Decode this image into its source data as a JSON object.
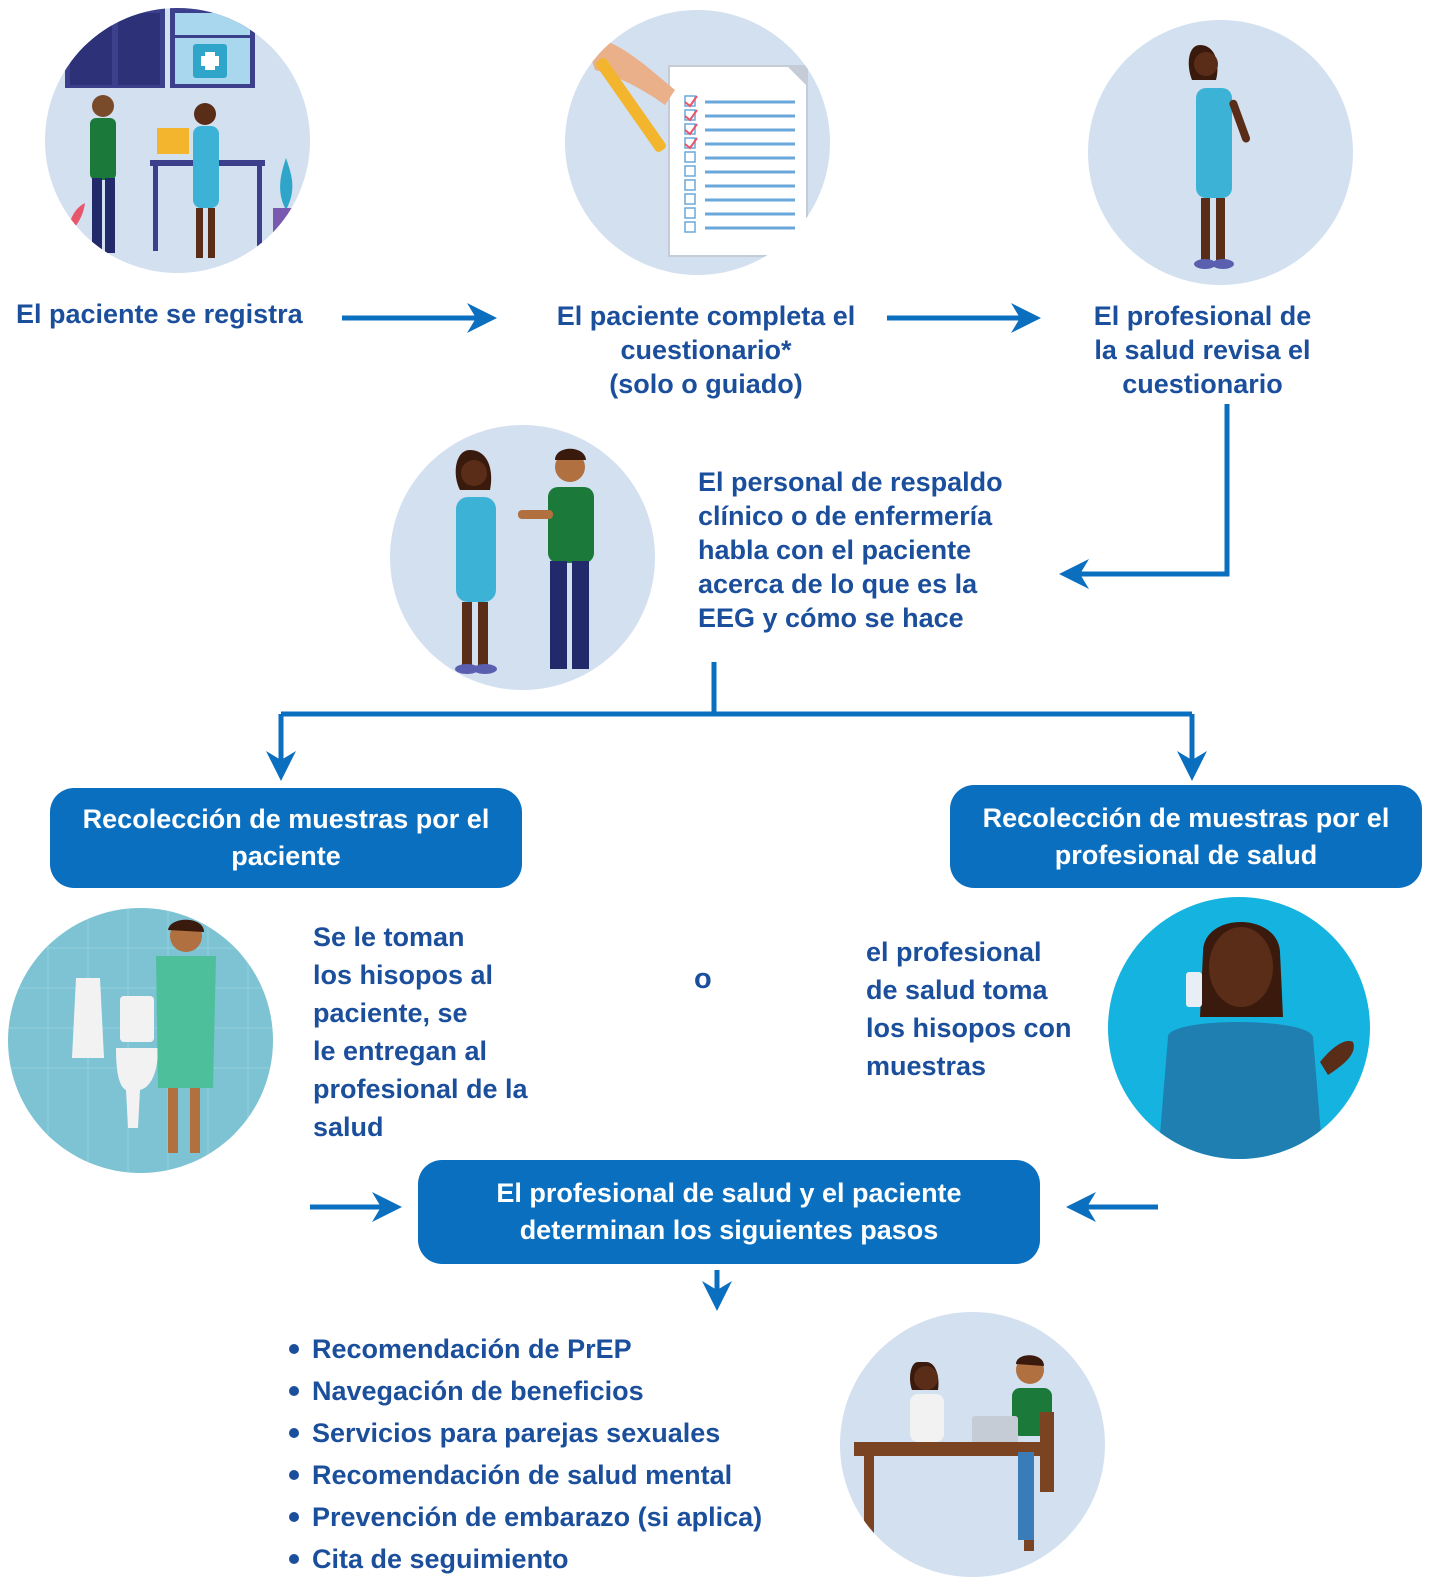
{
  "steps": {
    "register": "El paciente se registra",
    "questionnaire_line1": "El paciente completa el",
    "questionnaire_line2": "cuestionario*",
    "questionnaire_line3": "(solo o guiado)",
    "review_line1": "El profesional de",
    "review_line2": "la salud revisa el",
    "review_line3": "cuestionario",
    "talk_line1": "El personal de respaldo",
    "talk_line2": "clínico o de enfermería",
    "talk_line3": "habla con el paciente",
    "talk_line4": "acerca de lo que es la",
    "talk_line5": "EEG y cómo se hace"
  },
  "branches": {
    "patient_box_line1": "Recolección de muestras por el",
    "patient_box_line2": "paciente",
    "provider_box_line1": "Recolección de muestras por el",
    "provider_box_line2": "profesional de salud",
    "or_label": "o",
    "patient_desc": [
      "Se le toman",
      "los hisopos al",
      "paciente, se",
      "le entregan al",
      "profesional de la",
      "salud"
    ],
    "provider_desc": [
      "el profesional",
      "de salud toma",
      "los hisopos con",
      "muestras"
    ]
  },
  "next_steps": {
    "box_line1": "El profesional de salud y el paciente",
    "box_line2": "determinan los siguientes pasos",
    "items": [
      "Recomendación de PrEP",
      "Navegación de beneficios",
      "Servicios para parejas sexuales",
      "Recomendación de salud mental",
      "Prevención de embarazo (si aplica)",
      "Cita de seguimiento"
    ]
  },
  "colors": {
    "text": "#1b4f9c",
    "arrow": "#0b6fc0",
    "box": "#0b6fc0",
    "circle_light": "#d3e0f0",
    "circle_cyan": "#15b3df",
    "circle_bath": "#7dc3d3"
  }
}
